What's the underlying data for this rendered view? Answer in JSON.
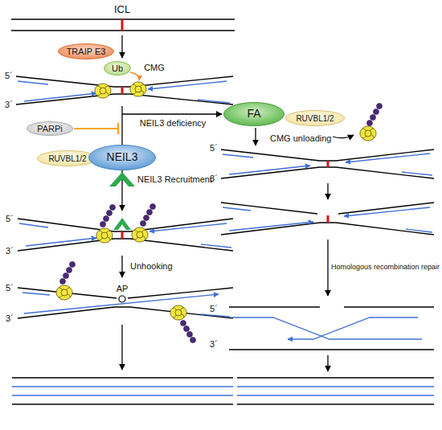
{
  "diagram": {
    "nodes": [
      {
        "text": [
          "TRAIP E3"
        ]
      },
      {
        "text": [
          "Ub"
        ]
      },
      {
        "text": [
          "PARPi"
        ]
      },
      {
        "text": [
          "FA"
        ]
      },
      {
        "text": [
          "RUVBL1/2"
        ]
      },
      {
        "text": [
          "RUVBL1/2"
        ]
      },
      {
        "text": [
          "NEIL3"
        ]
      }
    ],
    "labels": [
      "ICL",
      "CMG",
      "5´",
      "3´",
      "NEIL3 deficiency",
      "CMG unloading",
      "5´",
      "3´",
      "NEIL3 Recruitment",
      "5´",
      "3´",
      "Unhooking",
      "Homologous recombination repair",
      "AP",
      "5´",
      "3´",
      "5´",
      "3´"
    ]
  }
}
